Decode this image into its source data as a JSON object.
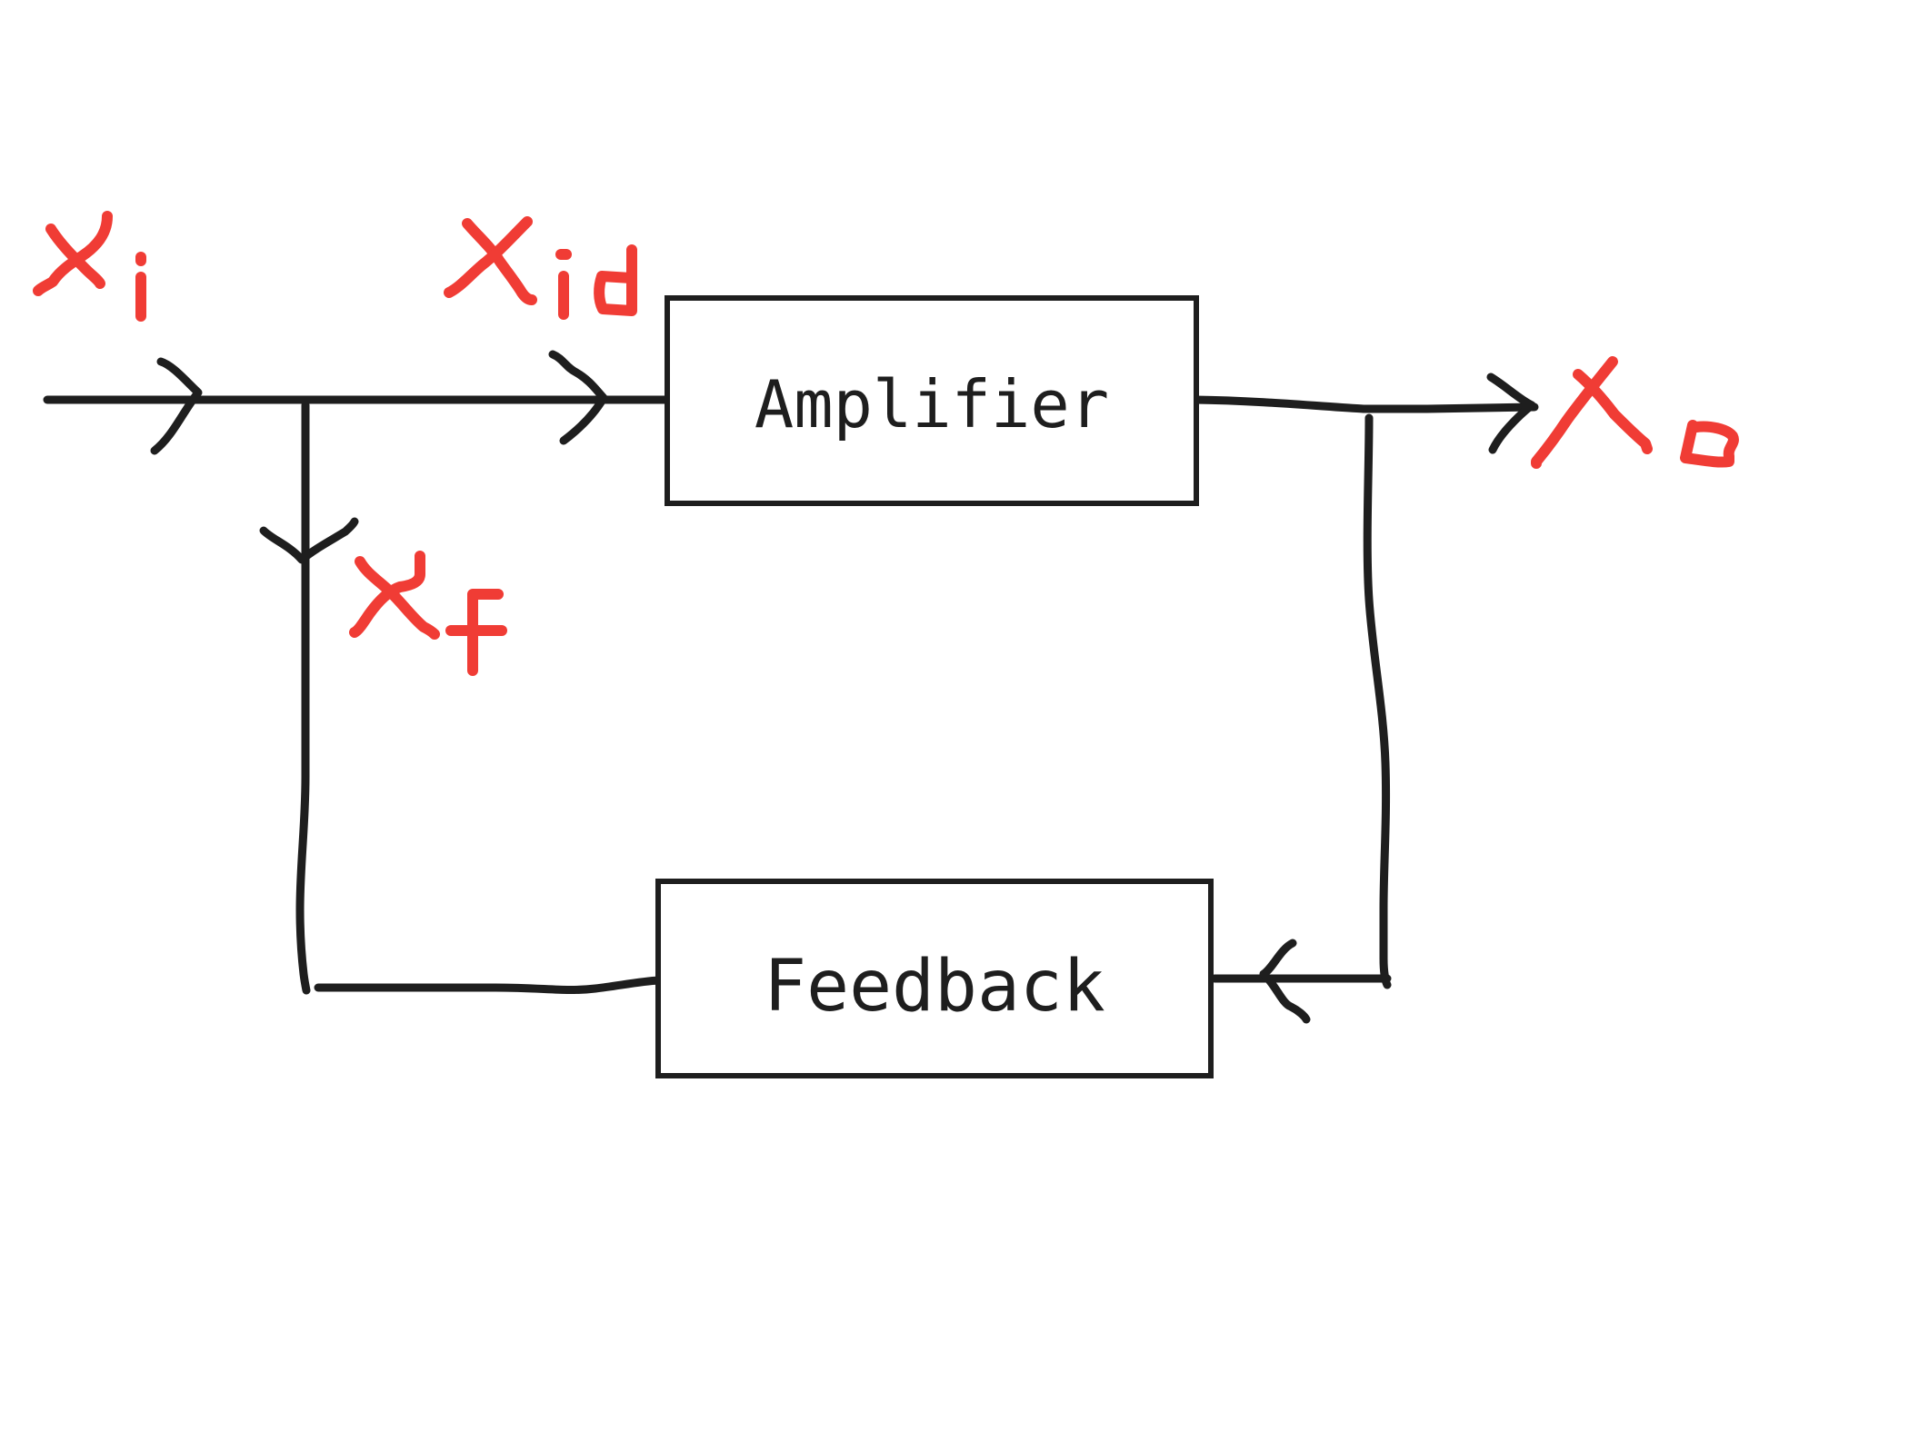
{
  "blocks": {
    "amplifier": {
      "label": "Amplifier"
    },
    "feedback": {
      "label": "Feedback"
    }
  },
  "signals": {
    "input": {
      "label": "x",
      "subscript": "i"
    },
    "difference": {
      "label": "x",
      "subscript": "id"
    },
    "feedback": {
      "label": "x",
      "subscript": "f"
    },
    "output": {
      "label": "x",
      "subscript": "o"
    }
  },
  "colors": {
    "ink": "#1e1e1e",
    "annotation": "#f03c35",
    "background": "#ffffff"
  }
}
